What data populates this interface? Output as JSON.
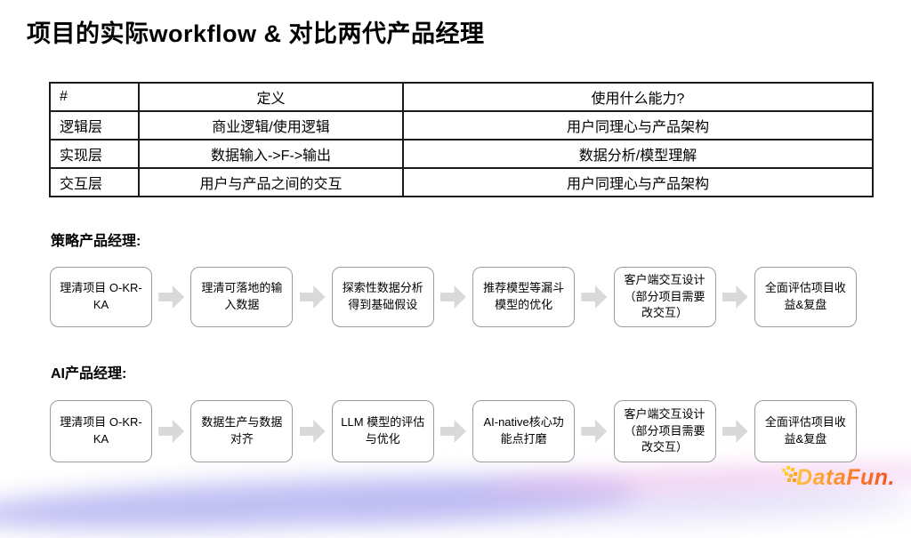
{
  "slide": {
    "title": "项目的实际workflow & 对比两代产品经理"
  },
  "table": {
    "headers": [
      "#",
      "定义",
      "使用什么能力?"
    ],
    "rows": [
      [
        "逻辑层",
        "商业逻辑/使用逻辑",
        "用户同理心与产品架构"
      ],
      [
        "实现层",
        "数据输入->F->输出",
        "数据分析/模型理解"
      ],
      [
        "交互层",
        "用户与产品之间的交互",
        "用户同理心与产品架构"
      ]
    ]
  },
  "flows": [
    {
      "label": "策略产品经理:",
      "steps": [
        "理清项目 O-KR-KA",
        "理清可落地的输入数据",
        "探索性数据分析 得到基础假设",
        "推荐模型等漏斗模型的优化",
        "客户端交互设计（部分项目需要改交互）",
        "全面评估项目收益&复盘"
      ]
    },
    {
      "label": "AI产品经理:",
      "steps": [
        "理清项目 O-KR-KA",
        "数据生产与数据对齐",
        "LLM 模型的评估与优化",
        "AI-native核心功能点打磨",
        "客户端交互设计（部分项目需要改交互）",
        "全面评估项目收益&复盘"
      ]
    }
  ],
  "logo": {
    "text": "DataFun."
  },
  "colors": {
    "table_border": "#1a1a1a",
    "box_border": "#9c9c9c",
    "arrow_fill": "#d9d9d9",
    "wave_purple": "#8d8bea",
    "wave_lavender": "#b9b4f0",
    "wave_pink": "#f2b9ec",
    "logo_gradient_start": "#ffc53d",
    "logo_gradient_end": "#f4511e"
  }
}
